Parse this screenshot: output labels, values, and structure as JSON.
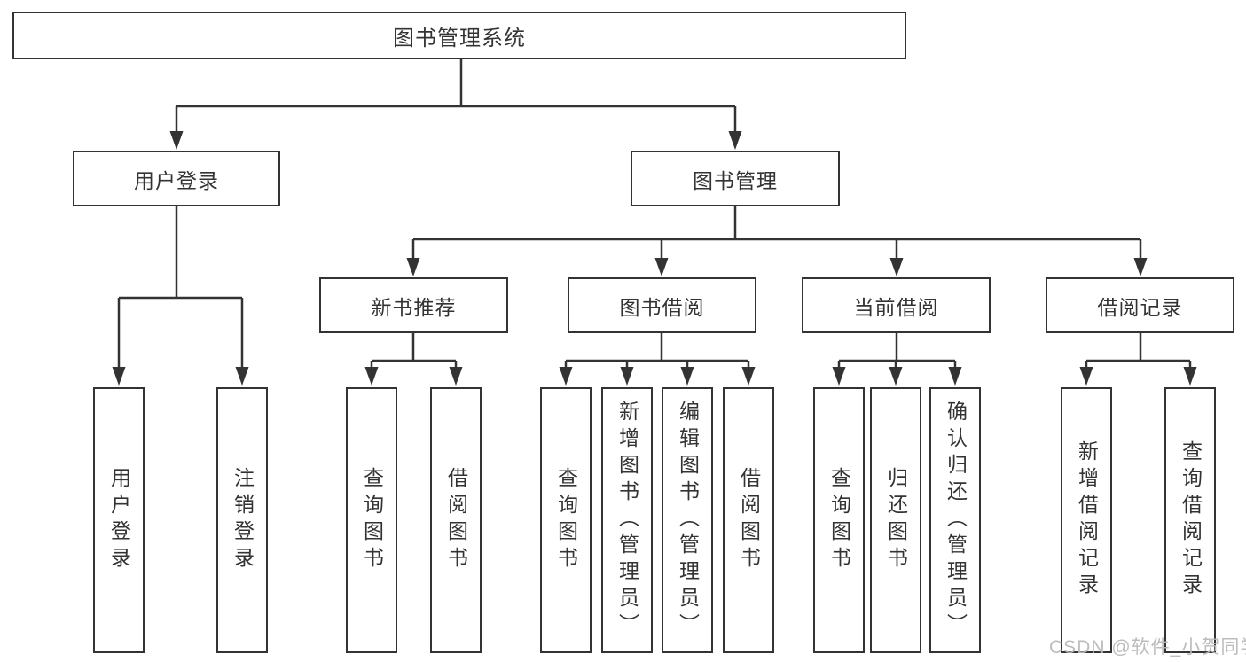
{
  "tree": {
    "root": {
      "label": "图书管理系统"
    },
    "level2": [
      {
        "label": "用户登录",
        "parent": "图书管理系统"
      },
      {
        "label": "图书管理",
        "parent": "图书管理系统"
      }
    ],
    "level3": [
      {
        "label": "新书推荐",
        "parent": "图书管理"
      },
      {
        "label": "图书借阅",
        "parent": "图书管理"
      },
      {
        "label": "当前借阅",
        "parent": "图书管理"
      },
      {
        "label": "借阅记录",
        "parent": "图书管理"
      }
    ],
    "leaves": [
      {
        "label": "用户登录",
        "parent": "用户登录"
      },
      {
        "label": "注销登录",
        "parent": "用户登录"
      },
      {
        "label": "查询图书",
        "parent": "新书推荐"
      },
      {
        "label": "借阅图书",
        "parent": "新书推荐"
      },
      {
        "label": "查询图书",
        "parent": "图书借阅"
      },
      {
        "label": "新增图书（管理员）",
        "parent": "图书借阅"
      },
      {
        "label": "编辑图书（管理员）",
        "parent": "图书借阅"
      },
      {
        "label": "借阅图书",
        "parent": "图书借阅"
      },
      {
        "label": "查询图书",
        "parent": "当前借阅"
      },
      {
        "label": "归还图书",
        "parent": "当前借阅"
      },
      {
        "label": "确认归还（管理员）",
        "parent": "当前借阅"
      },
      {
        "label": "新增借阅记录",
        "parent": "借阅记录"
      },
      {
        "label": "查询借阅记录",
        "parent": "借阅记录"
      }
    ]
  },
  "watermark": {
    "text": "CSDN @软件_小贺同学"
  },
  "colors": {
    "line": "#333333",
    "text": "#333333",
    "box_background": "#ffffff",
    "watermark": "#b8b8b8",
    "page_background": "#ffffff"
  }
}
